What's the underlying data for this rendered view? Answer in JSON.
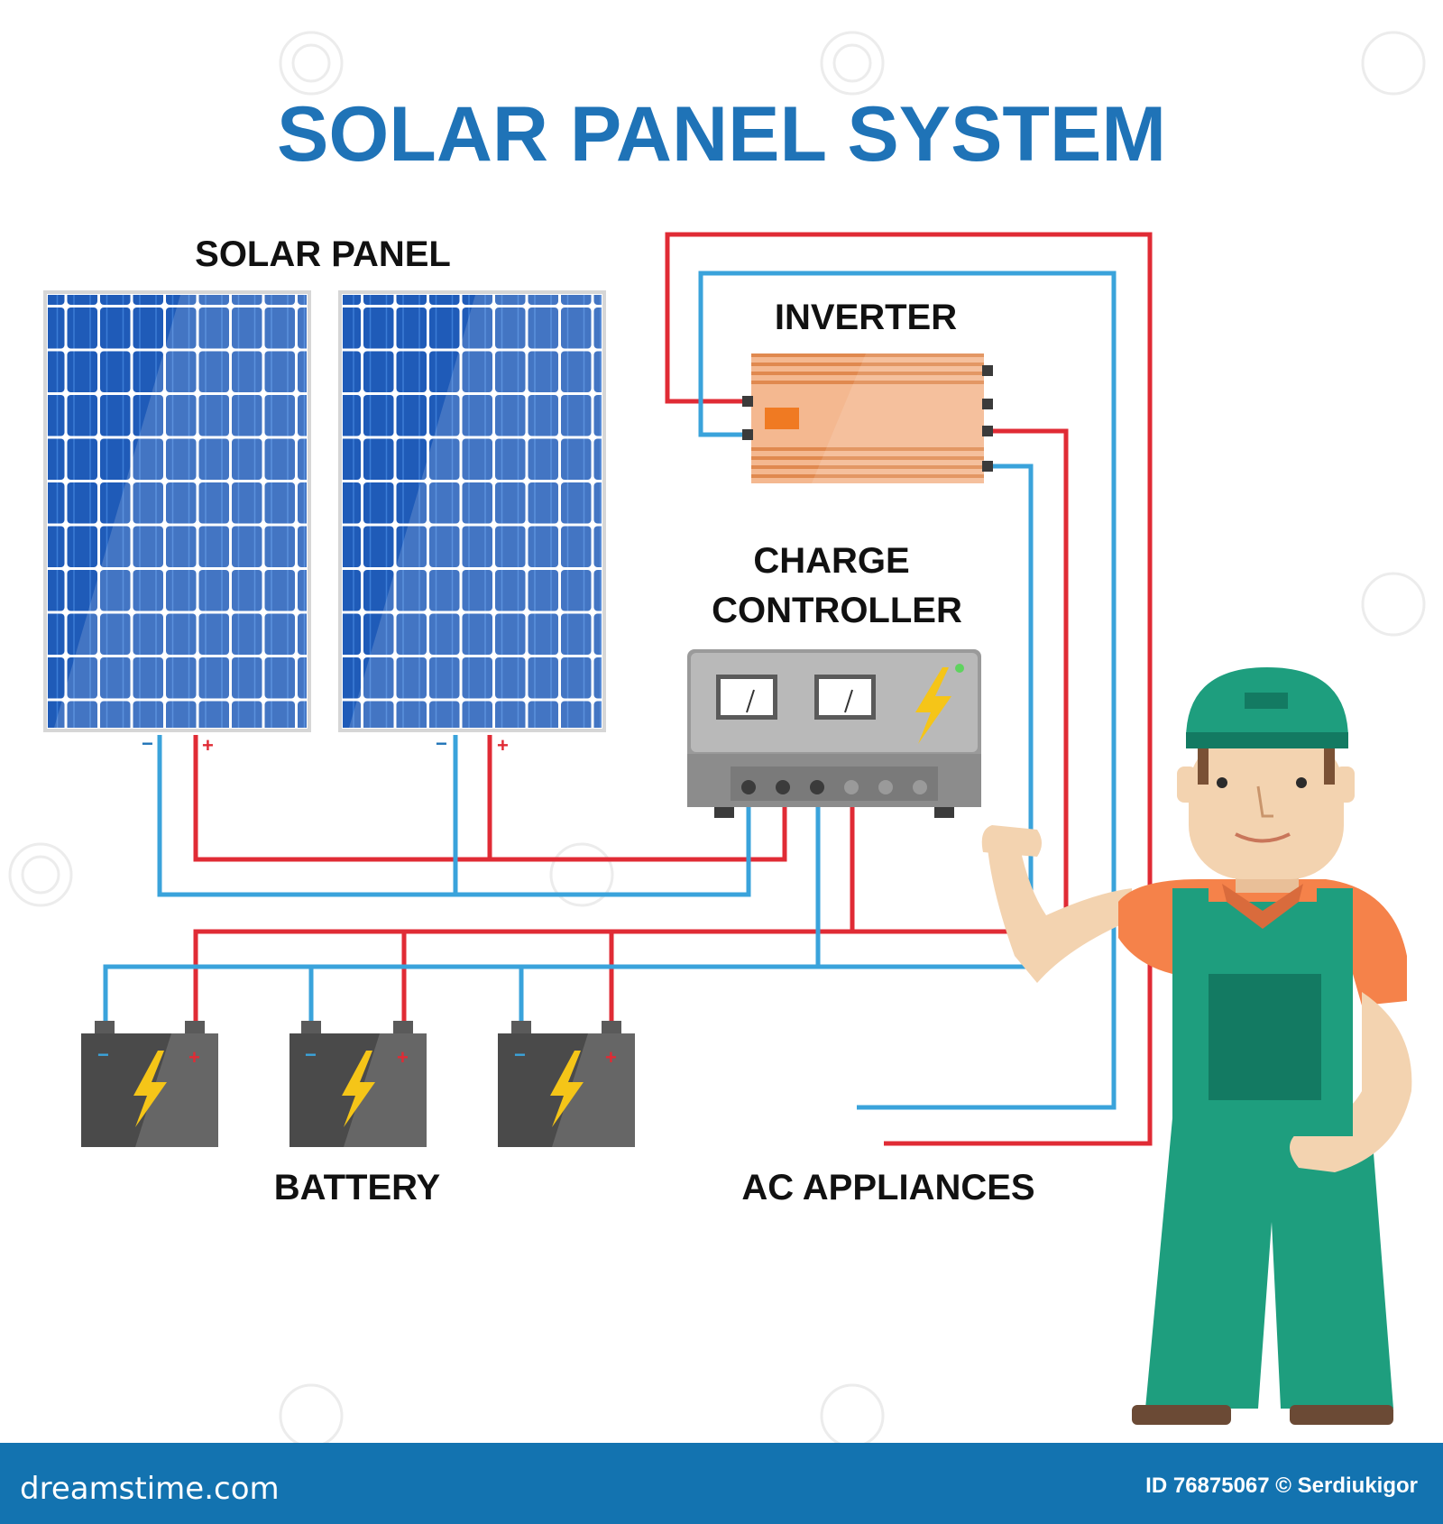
{
  "title": "SOLAR PANEL SYSTEM",
  "labels": {
    "solar_panel": "SOLAR PANEL",
    "inverter": "INVERTER",
    "charge_controller_line1": "CHARGE",
    "charge_controller_line2": "CONTROLLER",
    "battery": "BATTERY",
    "ac_appliances": "AC APPLIANCES"
  },
  "polarity": {
    "negative": "−",
    "positive": "+"
  },
  "footer": {
    "brand": "dreamstime.com",
    "credit": "ID 76875067 © Serdiukigor"
  },
  "colors": {
    "title": "#1f73b7",
    "wire_positive": "#e02b35",
    "wire_negative": "#3aa3db",
    "footer_bar": "#1373b0",
    "panel_cell": "#1f5bb8",
    "inverter_body": "#f4b890",
    "controller_body": "#9a9a9a",
    "battery_body": "#4a4a4a",
    "worker_overalls": "#1e9e7e"
  }
}
